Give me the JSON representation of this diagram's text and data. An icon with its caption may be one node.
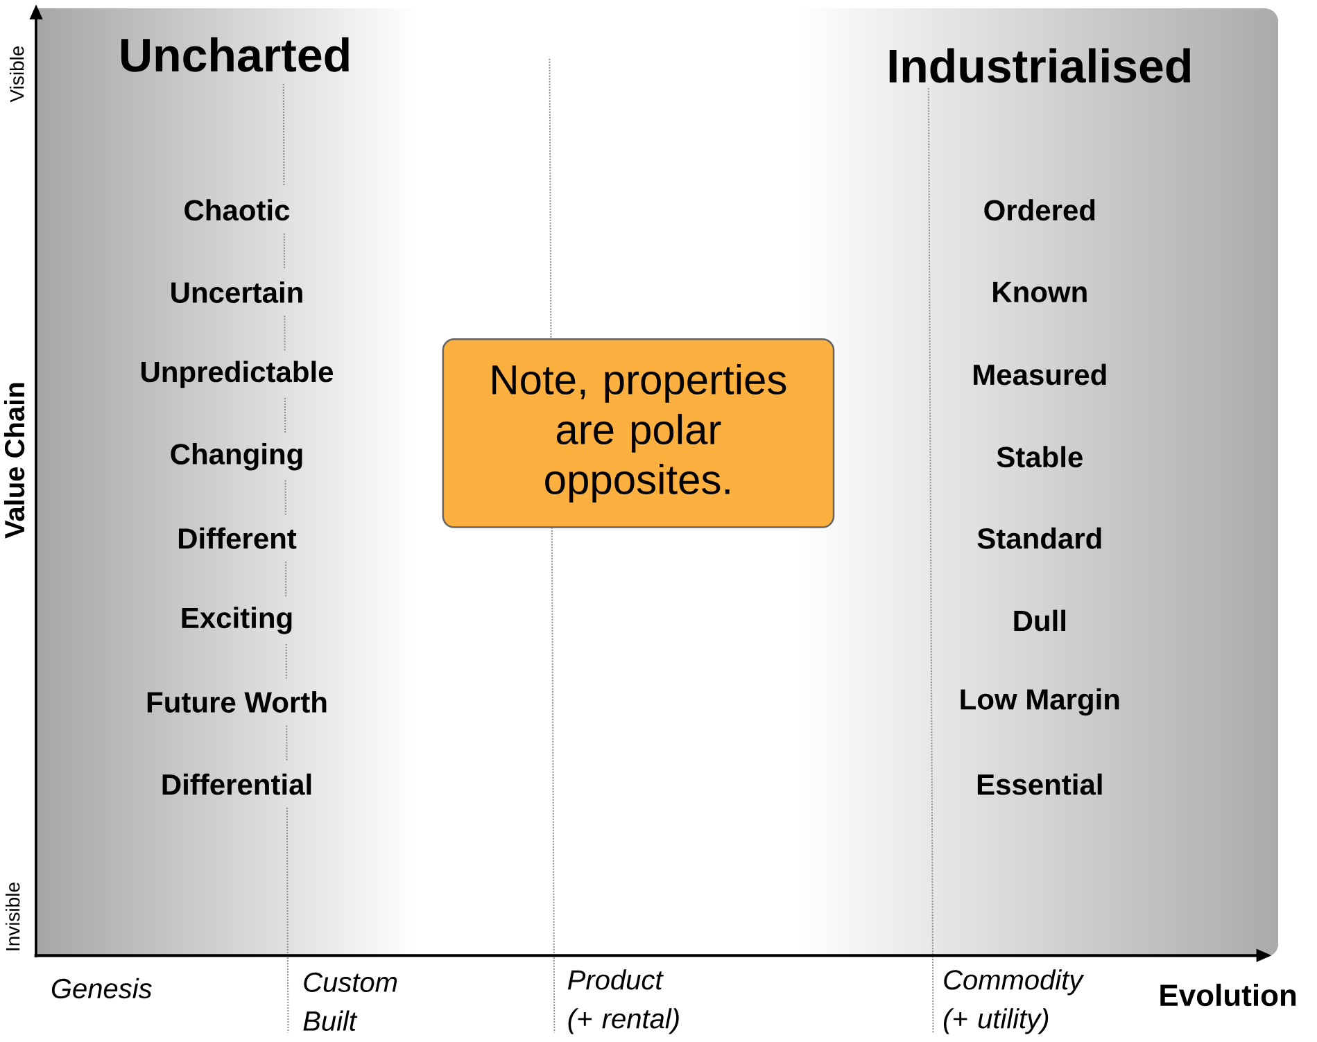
{
  "diagram": {
    "nodes": [
      {
        "text": [
          "Note, properties are polar opposites."
        ]
      }
    ],
    "labels": [
      "Visible",
      "Uncharted",
      "Industrialised",
      "Chaotic",
      "Ordered",
      "Uncertain",
      "Known",
      "Unpredictable",
      "Measured",
      "Changing",
      "Stable",
      "Different",
      "Standard",
      "Exciting",
      "Dull",
      "Future Worth",
      "Low Margin",
      "Differential",
      "Essential",
      "Value Chain",
      "Invisible",
      "Genesis",
      "Custom Built",
      "Product (+ rental)",
      "Commodity (+ utility)",
      "Evolution"
    ]
  }
}
